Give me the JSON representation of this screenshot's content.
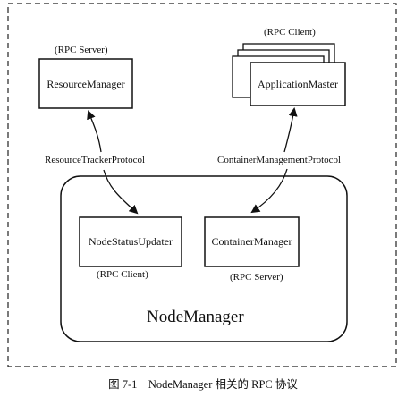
{
  "diagram": {
    "rpc_server_label_top": "(RPC Server)",
    "rpc_client_label_top": "(RPC Client)",
    "resource_manager": "ResourceManager",
    "application_master": "ApplicationMaster",
    "resource_tracker_protocol": "ResourceTrackerProtocol",
    "container_management_protocol": "ContainerManagementProtocol",
    "node_status_updater": "NodeStatusUpdater",
    "container_manager": "ContainerManager",
    "rpc_client_label_bottom": "(RPC Client)",
    "rpc_server_label_bottom": "(RPC Server)",
    "node_manager": "NodeManager"
  },
  "caption": "图 7-1    NodeManager 相关的 RPC 协议"
}
